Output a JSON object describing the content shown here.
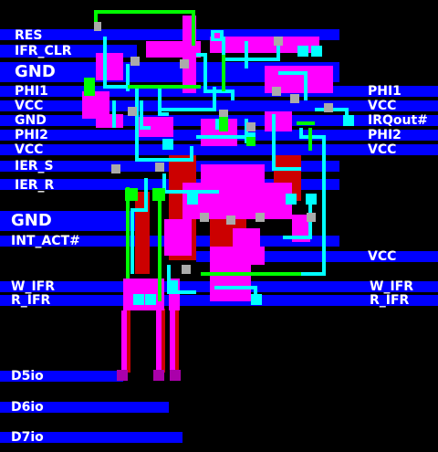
{
  "labels_left": {
    "res": "RES",
    "ifr_clr": "IFR_CLR",
    "gnd_top": "GND",
    "phi1": "PHI1",
    "vcc1": "VCC",
    "gnd_small": "GND",
    "phi2": "PHI2",
    "vcc2": "VCC",
    "ier_s": "IER_S",
    "ier_r": "IER_R",
    "gnd_big": "GND",
    "int_act": "INT_ACT#",
    "w_ifr": "W_IFR",
    "r_ifr": "R_IFR",
    "d5io": "D5io",
    "d6io": "D6io",
    "d7io": "D7io"
  },
  "labels_right": {
    "phi1": "PHI1",
    "vcc1": "VCC",
    "irqout": "IRQout#",
    "phi2": "PHI2",
    "vcc2": "VCC",
    "vcc3": "VCC",
    "w_ifr": "W_IFR",
    "r_ifr": "R_IFR"
  },
  "colors": {
    "metal_bus": "#0000ff",
    "poly": "#ff00ff",
    "diffusion": "#cc0000",
    "metal2": "#00ffff",
    "via": "#00ff00",
    "contact": "#aaaaaa",
    "background": "#000000"
  }
}
